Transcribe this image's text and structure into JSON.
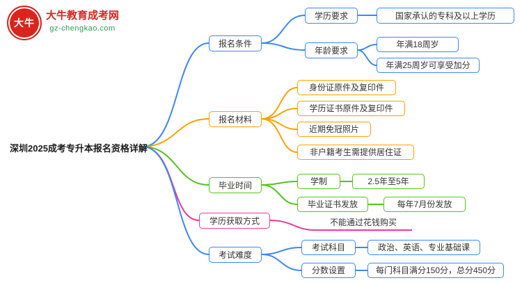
{
  "palette": {
    "blue": "#3b87f5",
    "orange": "#ffa000",
    "green": "#52c41a",
    "pink": "#ee399b",
    "logo_red": "#d9251d",
    "logo_green": "#2e9e4f",
    "node_text": "#333333"
  },
  "logo": {
    "icon_text": "大牛",
    "title": "大牛教育成考网",
    "url": "gz-chengkao.com"
  },
  "root": {
    "label": "深圳2025成考专升本报名资格详解"
  },
  "branches": [
    {
      "label": "报名条件",
      "color": "#3b87f5",
      "children": [
        {
          "label": "学历要求",
          "children": [
            {
              "label": "国家承认的专科及以上学历"
            }
          ]
        },
        {
          "label": "年龄要求",
          "children": [
            {
              "label": "年满18周岁"
            },
            {
              "label": "年满25周岁可享受加分"
            }
          ]
        }
      ]
    },
    {
      "label": "报名材料",
      "color": "#ffa000",
      "children": [
        {
          "label": "身份证原件及复印件"
        },
        {
          "label": "学历证书原件及复印件"
        },
        {
          "label": "近期免冠照片"
        },
        {
          "label": "非户籍考生需提供居住证"
        }
      ]
    },
    {
      "label": "毕业时间",
      "color": "#52c41a",
      "children": [
        {
          "label": "学制",
          "children": [
            {
              "label": "2.5年至5年"
            }
          ]
        },
        {
          "label": "毕业证书发放",
          "children": [
            {
              "label": "每年7月份发放"
            }
          ]
        }
      ]
    },
    {
      "label": "学历获取方式",
      "color": "#ee399b",
      "children": [
        {
          "label": "不能通过花钱购买"
        }
      ]
    },
    {
      "label": "考试难度",
      "color": "#3b87f5",
      "children": [
        {
          "label": "考试科目",
          "children": [
            {
              "label": "政治、英语、专业基础课"
            }
          ]
        },
        {
          "label": "分数设置",
          "children": [
            {
              "label": "每门科目满分150分，总分450分"
            }
          ]
        }
      ]
    }
  ]
}
